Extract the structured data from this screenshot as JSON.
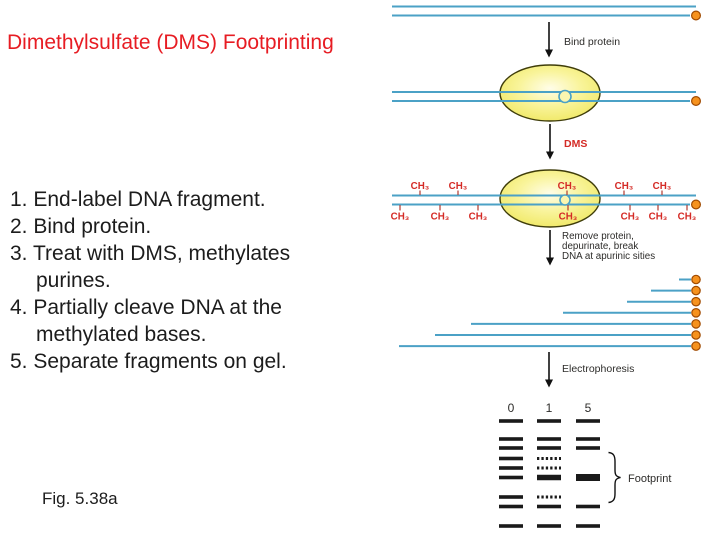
{
  "slide": {
    "title": "Dimethylsulfate (DMS) Footprinting",
    "figure_caption": "Fig. 5.38a",
    "steps": [
      {
        "number": "1.",
        "text": "End-label DNA fragment."
      },
      {
        "number": "2.",
        "text": "Bind protein."
      },
      {
        "number": "3.",
        "text": "Treat with DMS, methylates purines."
      },
      {
        "number": "4.",
        "text": "Partially cleave DNA at the methylated bases."
      },
      {
        "number": "5.",
        "text": "Separate fragments on gel."
      }
    ]
  },
  "diagram": {
    "labels": {
      "bind_protein": "Bind protein",
      "dms": "DMS",
      "remove_line1": "Remove protein,",
      "remove_line2": "depurinate, break",
      "remove_line3": "DNA at apurinic sities",
      "electrophoresis": "Electrophoresis",
      "footprint": "Footprint"
    },
    "methyl": {
      "symbol": "CH₃",
      "top_x": [
        420,
        458,
        567,
        624,
        662
      ],
      "bottom_x": [
        400,
        440,
        478,
        568,
        630,
        658,
        687
      ]
    },
    "fragments_x1": [
      679,
      651,
      627,
      563,
      471,
      435,
      399
    ],
    "gel": {
      "lane_labels": [
        "0",
        "1",
        "5"
      ],
      "band_pattern": [
        [
          "solid",
          "solid",
          "solid",
          "solid",
          "solid",
          "solid",
          "solid",
          "solid",
          "solid"
        ],
        [
          "solid",
          "solid",
          "solid",
          "dotted",
          "dotted",
          "thick",
          "dotted",
          "solid",
          "solid"
        ],
        [
          "solid",
          "solid",
          "solid",
          "none",
          "none",
          "thick",
          "none",
          "solid",
          "solid"
        ]
      ]
    }
  },
  "colors": {
    "title_red": "#e71c23",
    "methyl_red": "#d42b26",
    "dna_blue": "#4ba1c6",
    "end_label_fill": "#f6921e",
    "end_label_stroke": "#a04a00",
    "band_black": "#1a1a1a",
    "diagram_text": "#2d2c2a"
  }
}
